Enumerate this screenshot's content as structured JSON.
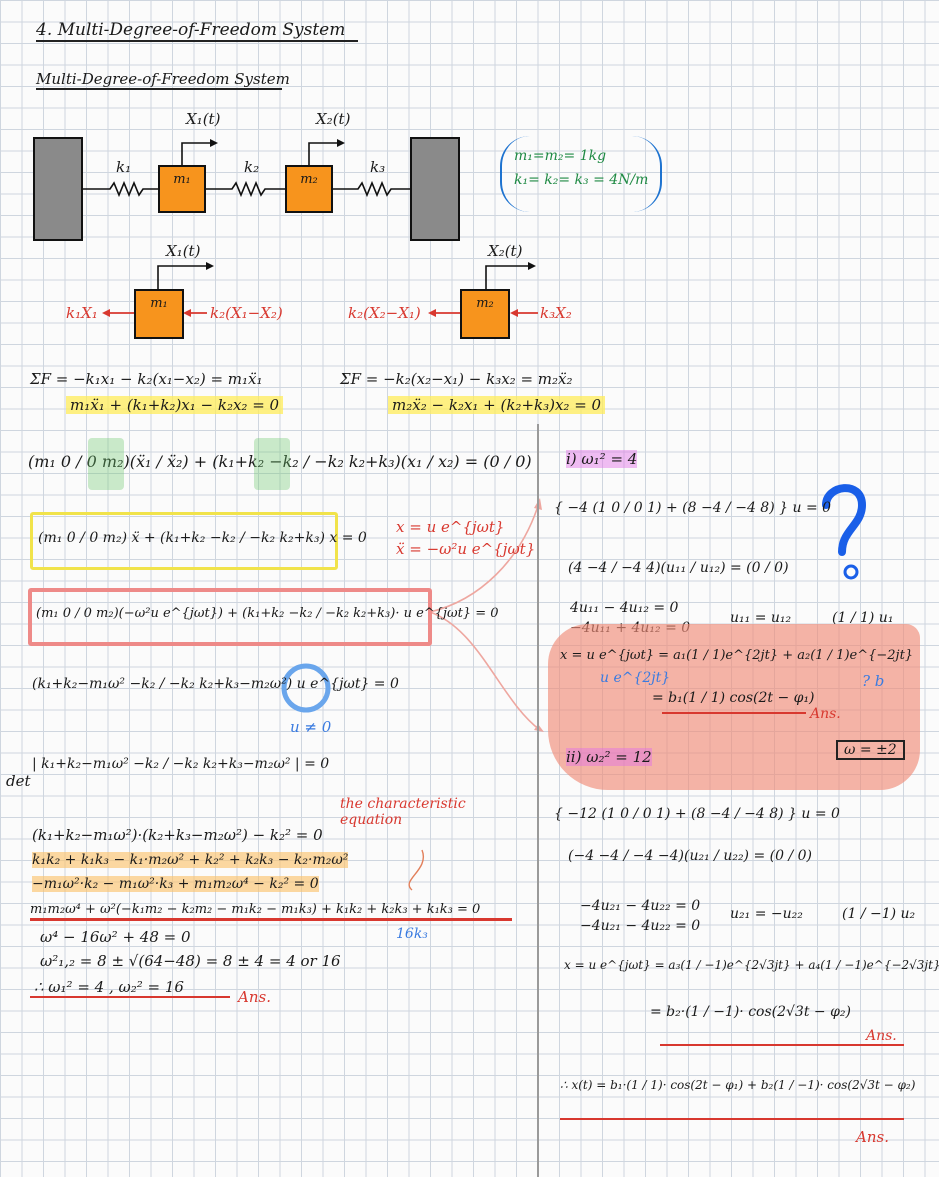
{
  "title": "4.   Multi-Degree-of-Freedom System",
  "subtitle": "Multi-Degree-of-Freedom System",
  "diagram": {
    "x1_label": "X₁(t)",
    "x2_label": "X₂(t)",
    "k1": "k₁",
    "k2": "k₂",
    "k3": "k₃",
    "m1": "m₁",
    "m2": "m₂",
    "params_line1": "m₁=m₂= 1kg",
    "params_line2": "k₁= k₂= k₃ = 4N/m",
    "fbd_x1": "X₁(t)",
    "fbd_x2": "X₂(t)",
    "fbd_left_force": "k₁X₁",
    "fbd_mid_force1": "k₂(X₁−X₂)",
    "fbd_mid_force2": "k₂(X₂−X₁)",
    "fbd_right_force": "k₃X₂"
  },
  "equations": {
    "sum_f1": "ΣF = −k₁x₁ − k₂(x₁−x₂) = m₁ẍ₁",
    "eom1": "m₁ẍ₁ + (k₁+k₂)x₁ − k₂x₂ = 0",
    "sum_f2": "ΣF = −k₂(x₂−x₁) − k₃x₂ = m₂ẍ₂",
    "eom2": "m₂ẍ₂ − k₂x₁ + (k₂+k₃)x₂ = 0",
    "matrix_form": "(m₁ 0 / 0 m₂)(ẍ₁ / ẍ₂) + (k₁+k₂ −k₂ / −k₂ k₂+k₃)(x₁ / x₂) = (0 / 0)",
    "compact_form": "(m₁ 0 / 0 m₂) ẍ + (k₁+k₂ −k₂ / −k₂ k₂+k₃) x = 0",
    "ansatz1": "x = u e^{jωt}",
    "ansatz2": "ẍ = −ω²u e^{jωt}",
    "substituted": "(m₁ 0 / 0 m₂)(−ω²u e^{jωt}) + (k₁+k₂ −k₂ / −k₂ k₂+k₃)· u e^{jωt} = 0",
    "char_matrix": "(k₁+k₂−m₁ω²  −k₂ / −k₂  k₂+k₃−m₂ω²) u e^{jωt} = 0",
    "nonzero_note": "u ≠ 0",
    "det_label": "det",
    "det_eq": "| k₁+k₂−m₁ω²  −k₂ / −k₂  k₂+k₃−m₂ω² | = 0",
    "char_note": "the characteristic equation",
    "expand1": "(k₁+k₂−m₁ω²)·(k₂+k₃−m₂ω²) − k₂² = 0",
    "expand2": "k₁k₂ + k₁k₃ − k₁·m₂ω² + k₂² + k₂k₃ − k₂·m₂ω²",
    "expand3": "−m₁ω²·k₂ − m₁ω²·k₃ + m₁m₂ω⁴ − k₂² = 0",
    "expand4": "m₁m₂ω⁴ + ω²(−k₁m₂ − k₂m₂ − m₁k₂ − m₁k₃) + k₁k₂ + k₂k₃ + k₁k₃ = 0",
    "note_16": "16k₃",
    "poly": "ω⁴ − 16ω² + 48 = 0",
    "roots": "ω²₁,₂ = 8 ± √(64−48) = 8 ± 4 = 4 or 16",
    "result": "∴ ω₁² = 4 ,  ω₂² = 16",
    "ans": "Ans."
  },
  "right_col": {
    "case1": "i) ω₁² = 4",
    "c1_eq": "{ −4 (1 0 / 0 1) + (8 −4 / −4 8) } u = 0",
    "c1_mat": "(4 −4 / −4 4)(u₁₁ / u₁₂) = (0 / 0)",
    "c1_l1": "4u₁₁ − 4u₁₂ = 0",
    "c1_l2": "−4u₁₁ + 4u₁₂ = 0",
    "c1_res1": "u₁₁ = u₁₂",
    "c1_res2": "(1 / 1) u₁",
    "c1_sol": "x = u e^{jωt} = a₁(1 / 1)e^{2jt} + a₂(1 / 1)e^{−2jt}",
    "c1_note": "u e^{2jt}",
    "c1_real": "= b₁(1 / 1) cos(2t − φ₁)",
    "c1_ans": "Ans.",
    "c1_q": "? b",
    "c1_omega": "ω = ±2",
    "case2": "ii) ω₂² = 12",
    "c2_eq": "{ −12 (1 0 / 0 1) + (8 −4 / −4 8) } u = 0",
    "c2_mat": "(−4 −4 / −4 −4)(u₂₁ / u₂₂) = (0 / 0)",
    "c2_l1": "−4u₂₁ − 4u₂₂ = 0",
    "c2_l2": "−4u₂₁ − 4u₂₂ = 0",
    "c2_res1": "u₂₁ = −u₂₂",
    "c2_res2": "(1 / −1) u₂",
    "c2_sol": "x = u e^{jωt} = a₃(1 / −1)e^{2√3jt} + a₄(1 / −1)e^{−2√3jt}",
    "c2_real": "= b₂·(1 / −1)· cos(2√3t − φ₂)",
    "c2_ans": "Ans.",
    "final": "∴ x(t) = b₁·(1 / 1)· cos(2t − φ₁) + b₂(1 / −1)· cos(2√3t − φ₂)",
    "final_ans": "Ans."
  }
}
